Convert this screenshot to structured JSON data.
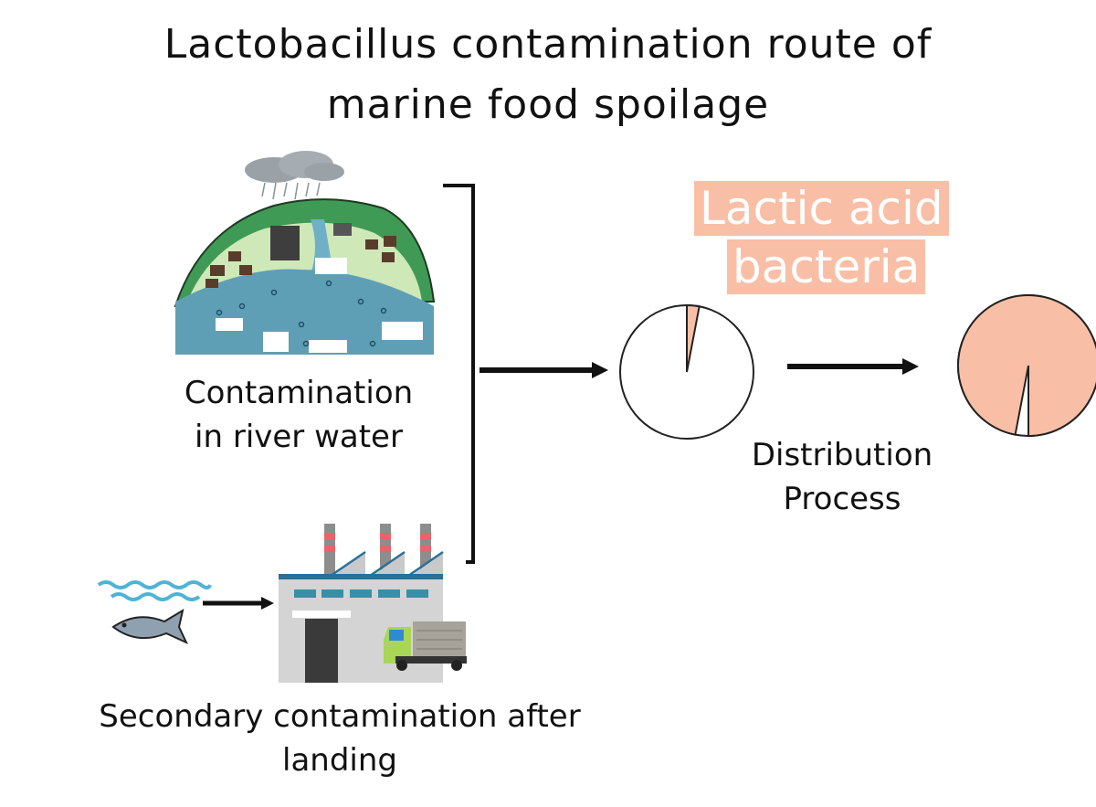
{
  "title": {
    "line1": "Lactobacillus contamination route of",
    "line2": "marine food spoilage"
  },
  "labels": {
    "river_line1": "Contamination",
    "river_line2": "in river water",
    "distribution_line1": "Distribution",
    "distribution_line2": "Process",
    "secondary_line1": "Secondary contamination after",
    "secondary_line2": "landing",
    "bacteria_line1": "Lactic acid",
    "bacteria_line2": "bacteria"
  },
  "colors": {
    "bacteria": "#f9bfa6",
    "water": "#5f9fb6",
    "land_dark": "#3f9a55",
    "land_light": "#cfe8b8"
  },
  "pies": [
    {
      "name": "before-distribution",
      "lactic_acid_bacteria_fraction": 0.03
    },
    {
      "name": "after-distribution",
      "lactic_acid_bacteria_fraction": 0.97
    }
  ],
  "icons": [
    "rain-cloud-icon",
    "river-landscape-icon",
    "factory-icon",
    "truck-icon",
    "fish-icon",
    "waves-icon"
  ]
}
